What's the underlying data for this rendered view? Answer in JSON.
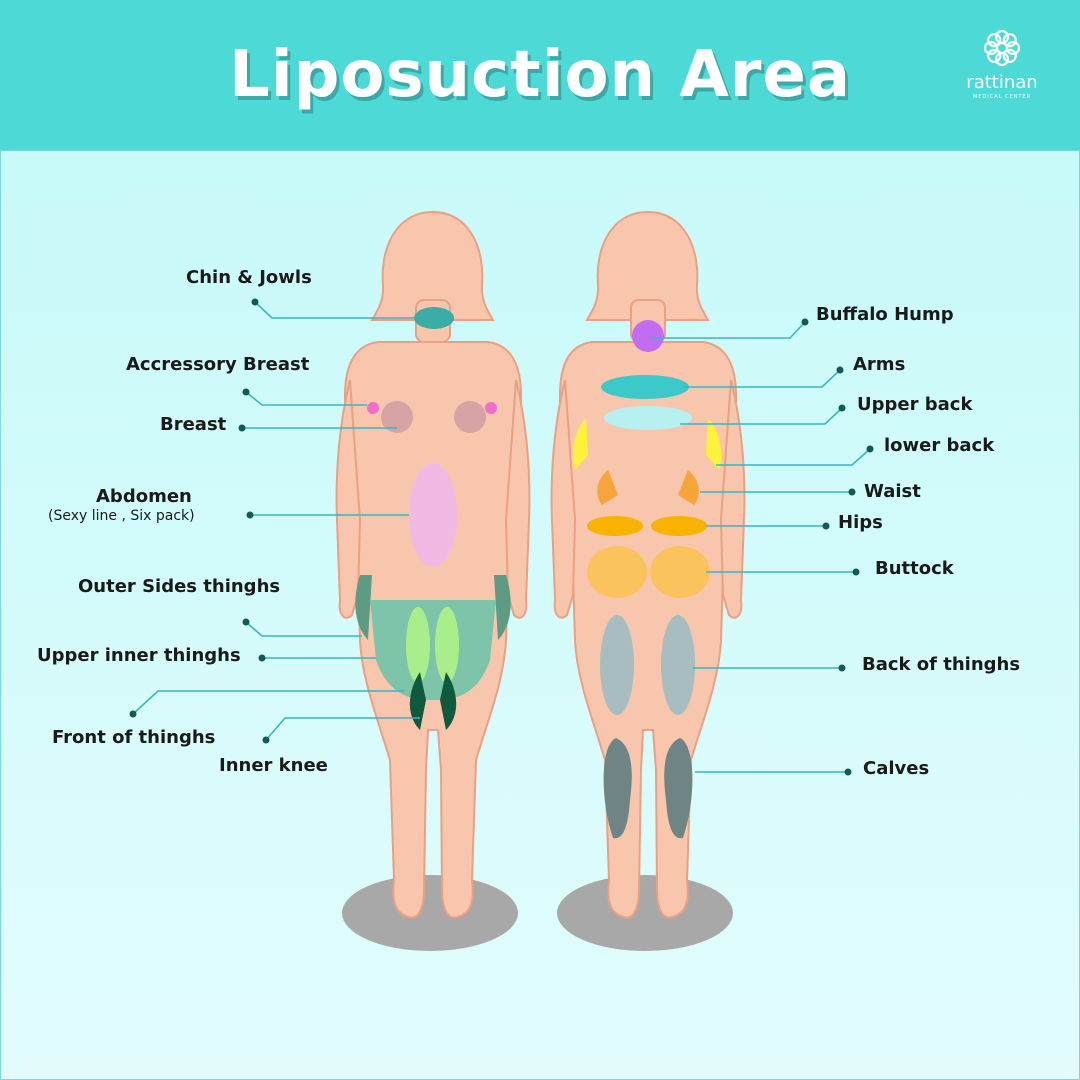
{
  "header": {
    "title": "Liposuction Area",
    "background": "#4dd9d6"
  },
  "brand": {
    "name": "rattinan",
    "subtitle": "MEDICAL CENTER",
    "icon": "flower-logo-icon"
  },
  "colors": {
    "skin": "#f8c6ad",
    "skin_outline": "#e9a084",
    "leader_line": "#36b7c1",
    "leader_dot": "#125a55",
    "shadow": "#a8a8a8"
  },
  "front_labels": {
    "chin": "Chin & Jowls",
    "accessory_breast": "Accressory Breast",
    "breast": "Breast",
    "abdomen": "Abdomen",
    "abdomen_sub": "(Sexy line , Six pack)",
    "outer_thighs": "Outer Sides thinghs",
    "upper_inner_thighs": "Upper inner thinghs",
    "front_thighs": "Front of thinghs",
    "inner_knee": "Inner knee"
  },
  "back_labels": {
    "buffalo_hump": "Buffalo Hump",
    "arms": "Arms",
    "upper_back": "Upper back",
    "lower_back": "lower back",
    "waist": "Waist",
    "hips": "Hips",
    "buttock": "Buttock",
    "back_thighs": "Back of thinghs",
    "calves": "Calves"
  }
}
